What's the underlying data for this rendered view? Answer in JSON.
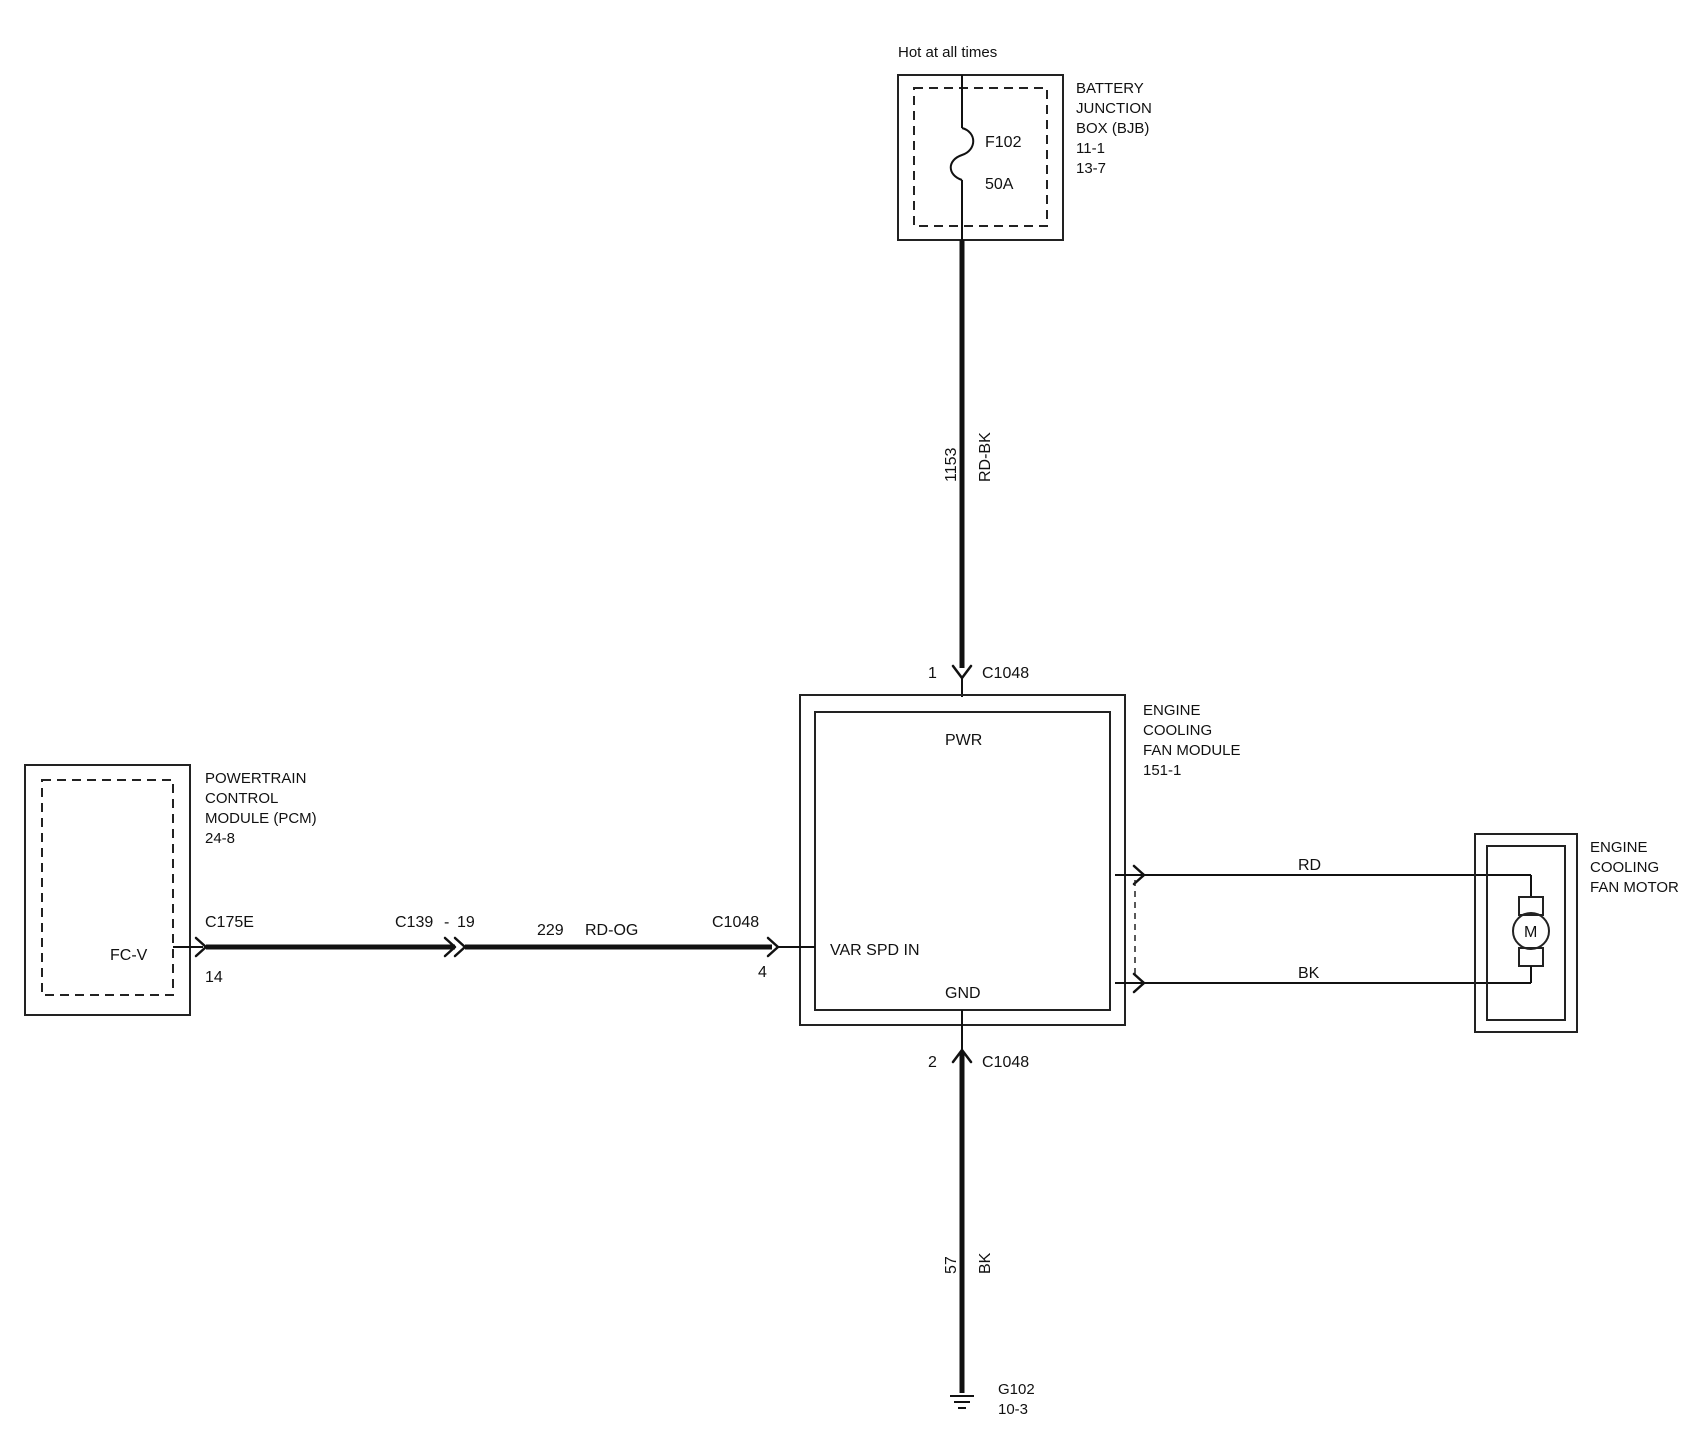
{
  "hot_at_all_times": "Hot at all times",
  "bjb": {
    "name_lines": [
      "BATTERY",
      "JUNCTION",
      "BOX (BJB)",
      "11-1",
      "13-7"
    ],
    "fuse_id": "F102",
    "fuse_rating": "50A"
  },
  "wire_1153": {
    "circuit": "1153",
    "color": "RD-BK"
  },
  "connector_c1048_top": {
    "pin": "1",
    "name": "C1048"
  },
  "fan_module": {
    "name_lines": [
      "ENGINE",
      "COOLING",
      "FAN MODULE",
      "151-1"
    ],
    "pwr_label": "PWR",
    "var_spd_label": "VAR SPD IN",
    "gnd_label": "GND"
  },
  "pcm": {
    "name_lines": [
      "POWERTRAIN",
      "CONTROL",
      "MODULE (PCM)",
      "24-8"
    ],
    "pin_label": "FC-V",
    "connector": "C175E",
    "pin": "14"
  },
  "inline_connector": {
    "name": "C139",
    "separator": "-",
    "pin": "19"
  },
  "wire_229": {
    "circuit": "229",
    "color": "RD-OG"
  },
  "connector_c1048_left": {
    "name": "C1048",
    "pin": "4"
  },
  "motor_wires": {
    "upper_color": "RD",
    "lower_color": "BK"
  },
  "motor": {
    "name_lines": [
      "ENGINE",
      "COOLING",
      "FAN MOTOR"
    ],
    "symbol": "M"
  },
  "connector_c1048_bottom": {
    "pin": "2",
    "name": "C1048"
  },
  "wire_57": {
    "circuit": "57",
    "color": "BK"
  },
  "ground": {
    "name": "G102",
    "ref": "10-3"
  }
}
